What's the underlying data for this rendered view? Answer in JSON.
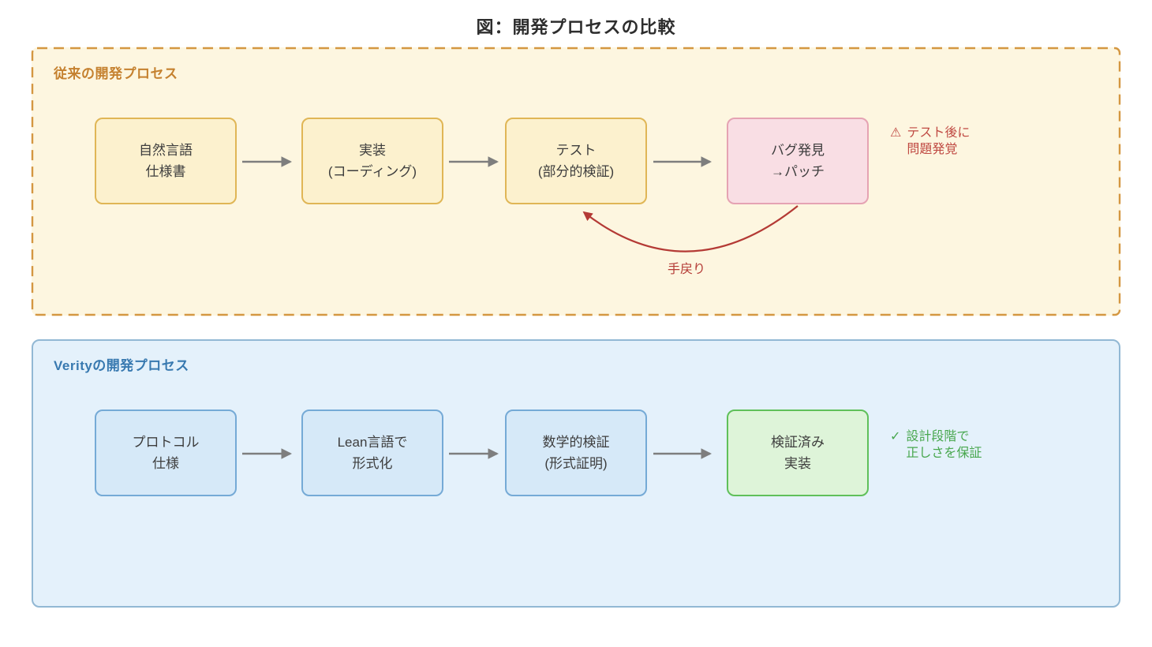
{
  "title": "図：開発プロセスの比較",
  "colors": {
    "traditional_bg": "#fdf6e0",
    "traditional_border": "#d49741",
    "traditional_label": "#c5812f",
    "node_yellow_bg": "#fcf1ce",
    "node_yellow_border": "#e0b656",
    "node_pink_bg": "#f9dee4",
    "node_pink_border": "#e5a3b3",
    "warning_red": "#c04a43",
    "rework_red": "#b43a35",
    "verity_bg": "#e4f1fb",
    "verity_border": "#92b8d4",
    "verity_label": "#3879b0",
    "node_blue_bg": "#d6e9f8",
    "node_blue_border": "#75aad6",
    "node_green_bg": "#def4d9",
    "node_green_border": "#5fc05a",
    "success_green": "#48a74e",
    "arrow_gray": "#7e7e7e"
  },
  "traditional": {
    "label": "従来の開発プロセス",
    "nodes": [
      {
        "text": "自然言語\n仕様書"
      },
      {
        "text": "実装\n(コーディング)"
      },
      {
        "text": "テスト\n(部分的検証)"
      },
      {
        "text": "バグ発見\n→パッチ"
      }
    ],
    "warning": {
      "icon": "⚠",
      "text": "テスト後に\n問題発覚"
    },
    "rework_label": "手戻り"
  },
  "verity": {
    "label": "Verityの開発プロセス",
    "nodes": [
      {
        "text": "プロトコル\n仕様"
      },
      {
        "text": "Lean言語で\n形式化"
      },
      {
        "text": "数学的検証\n(形式証明)"
      },
      {
        "text": "検証済み\n実装"
      }
    ],
    "note": {
      "icon": "✓",
      "text": "設計段階で\n正しさを保証"
    }
  }
}
